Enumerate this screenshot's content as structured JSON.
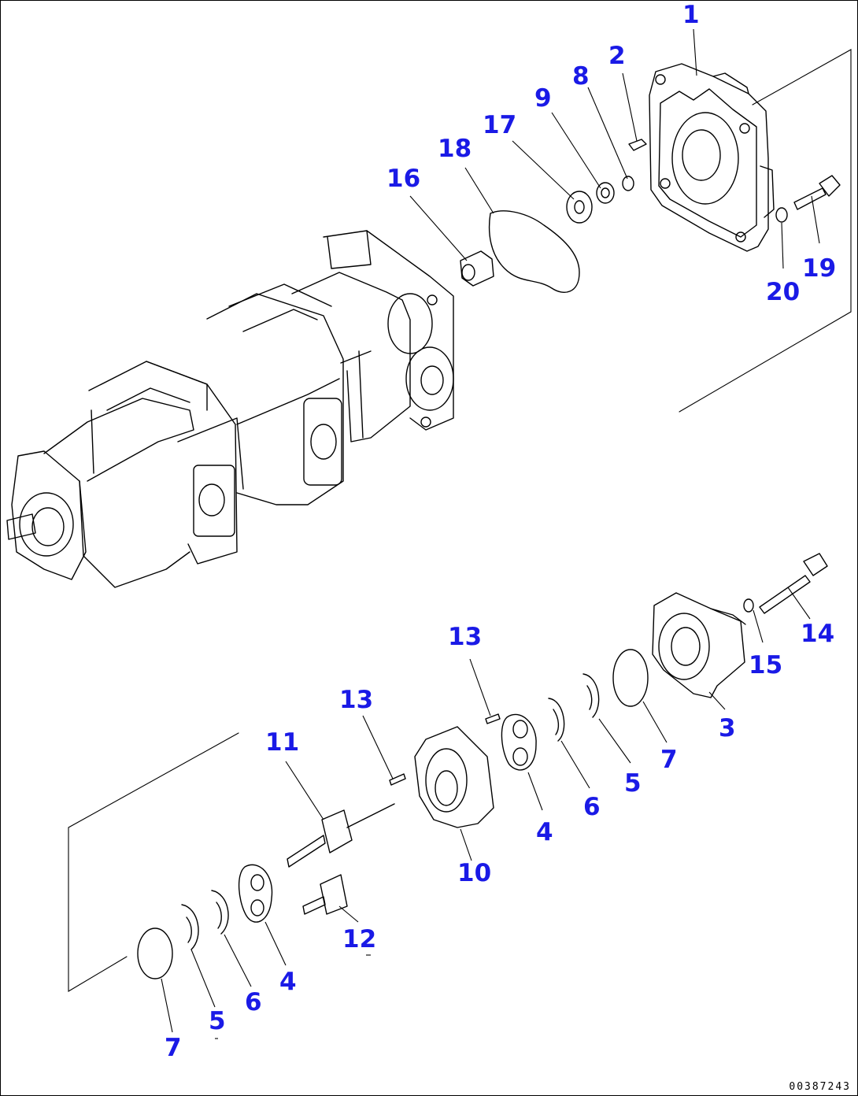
{
  "drawing_number": "00387243",
  "callouts": [
    "1",
    "2",
    "8",
    "9",
    "17",
    "18",
    "16",
    "20",
    "19",
    "13",
    "13",
    "11",
    "10",
    "4",
    "6",
    "5",
    "7",
    "3",
    "15",
    "14",
    "12",
    "4",
    "6",
    "5",
    "7"
  ],
  "colors": {
    "callout": "#1a1ae6",
    "line": "#000000",
    "background": "#ffffff"
  }
}
